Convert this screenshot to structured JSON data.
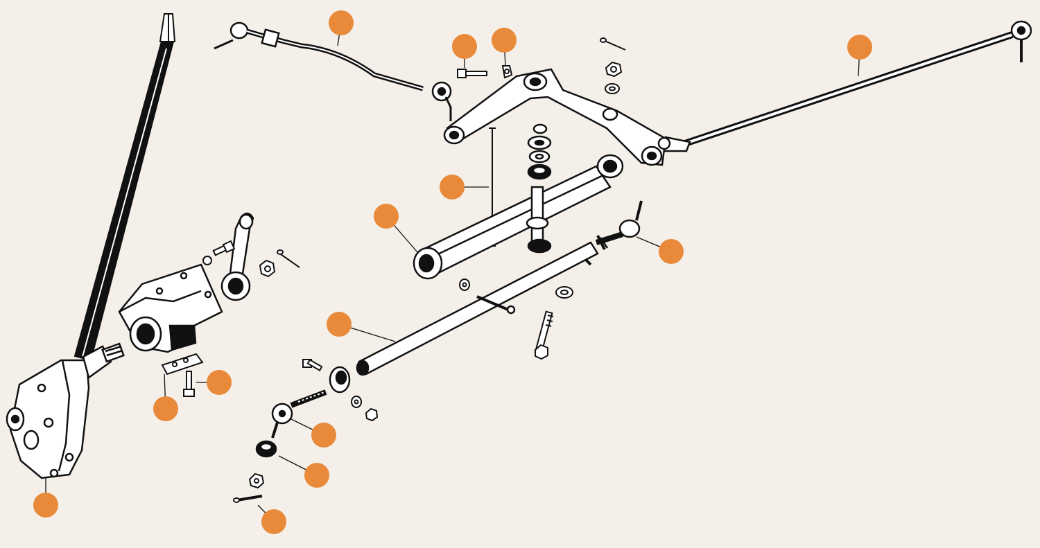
{
  "diagram": {
    "background_color": "#f4efe8",
    "ink_color": "#111111",
    "marker_color": "#e88a3a",
    "hotspots": [
      {
        "id": "tie-rod-upper-left",
        "text": ""
      },
      {
        "id": "bolt-upper",
        "text": ""
      },
      {
        "id": "washer-upper",
        "text": ""
      },
      {
        "id": "tie-rod-long-right",
        "text": ""
      },
      {
        "id": "idler-bushing-set",
        "text": ""
      },
      {
        "id": "idler-shaft-housing",
        "text": ""
      },
      {
        "id": "tie-rod-end-right",
        "text": ""
      },
      {
        "id": "adjuster-tube",
        "text": ""
      },
      {
        "id": "bracket-bolt",
        "text": ""
      },
      {
        "id": "bracket-shim",
        "text": ""
      },
      {
        "id": "tie-rod-end-lower",
        "text": ""
      },
      {
        "id": "dust-boot",
        "text": ""
      },
      {
        "id": "cotter-pin",
        "text": ""
      },
      {
        "id": "steering-box",
        "text": ""
      }
    ]
  }
}
